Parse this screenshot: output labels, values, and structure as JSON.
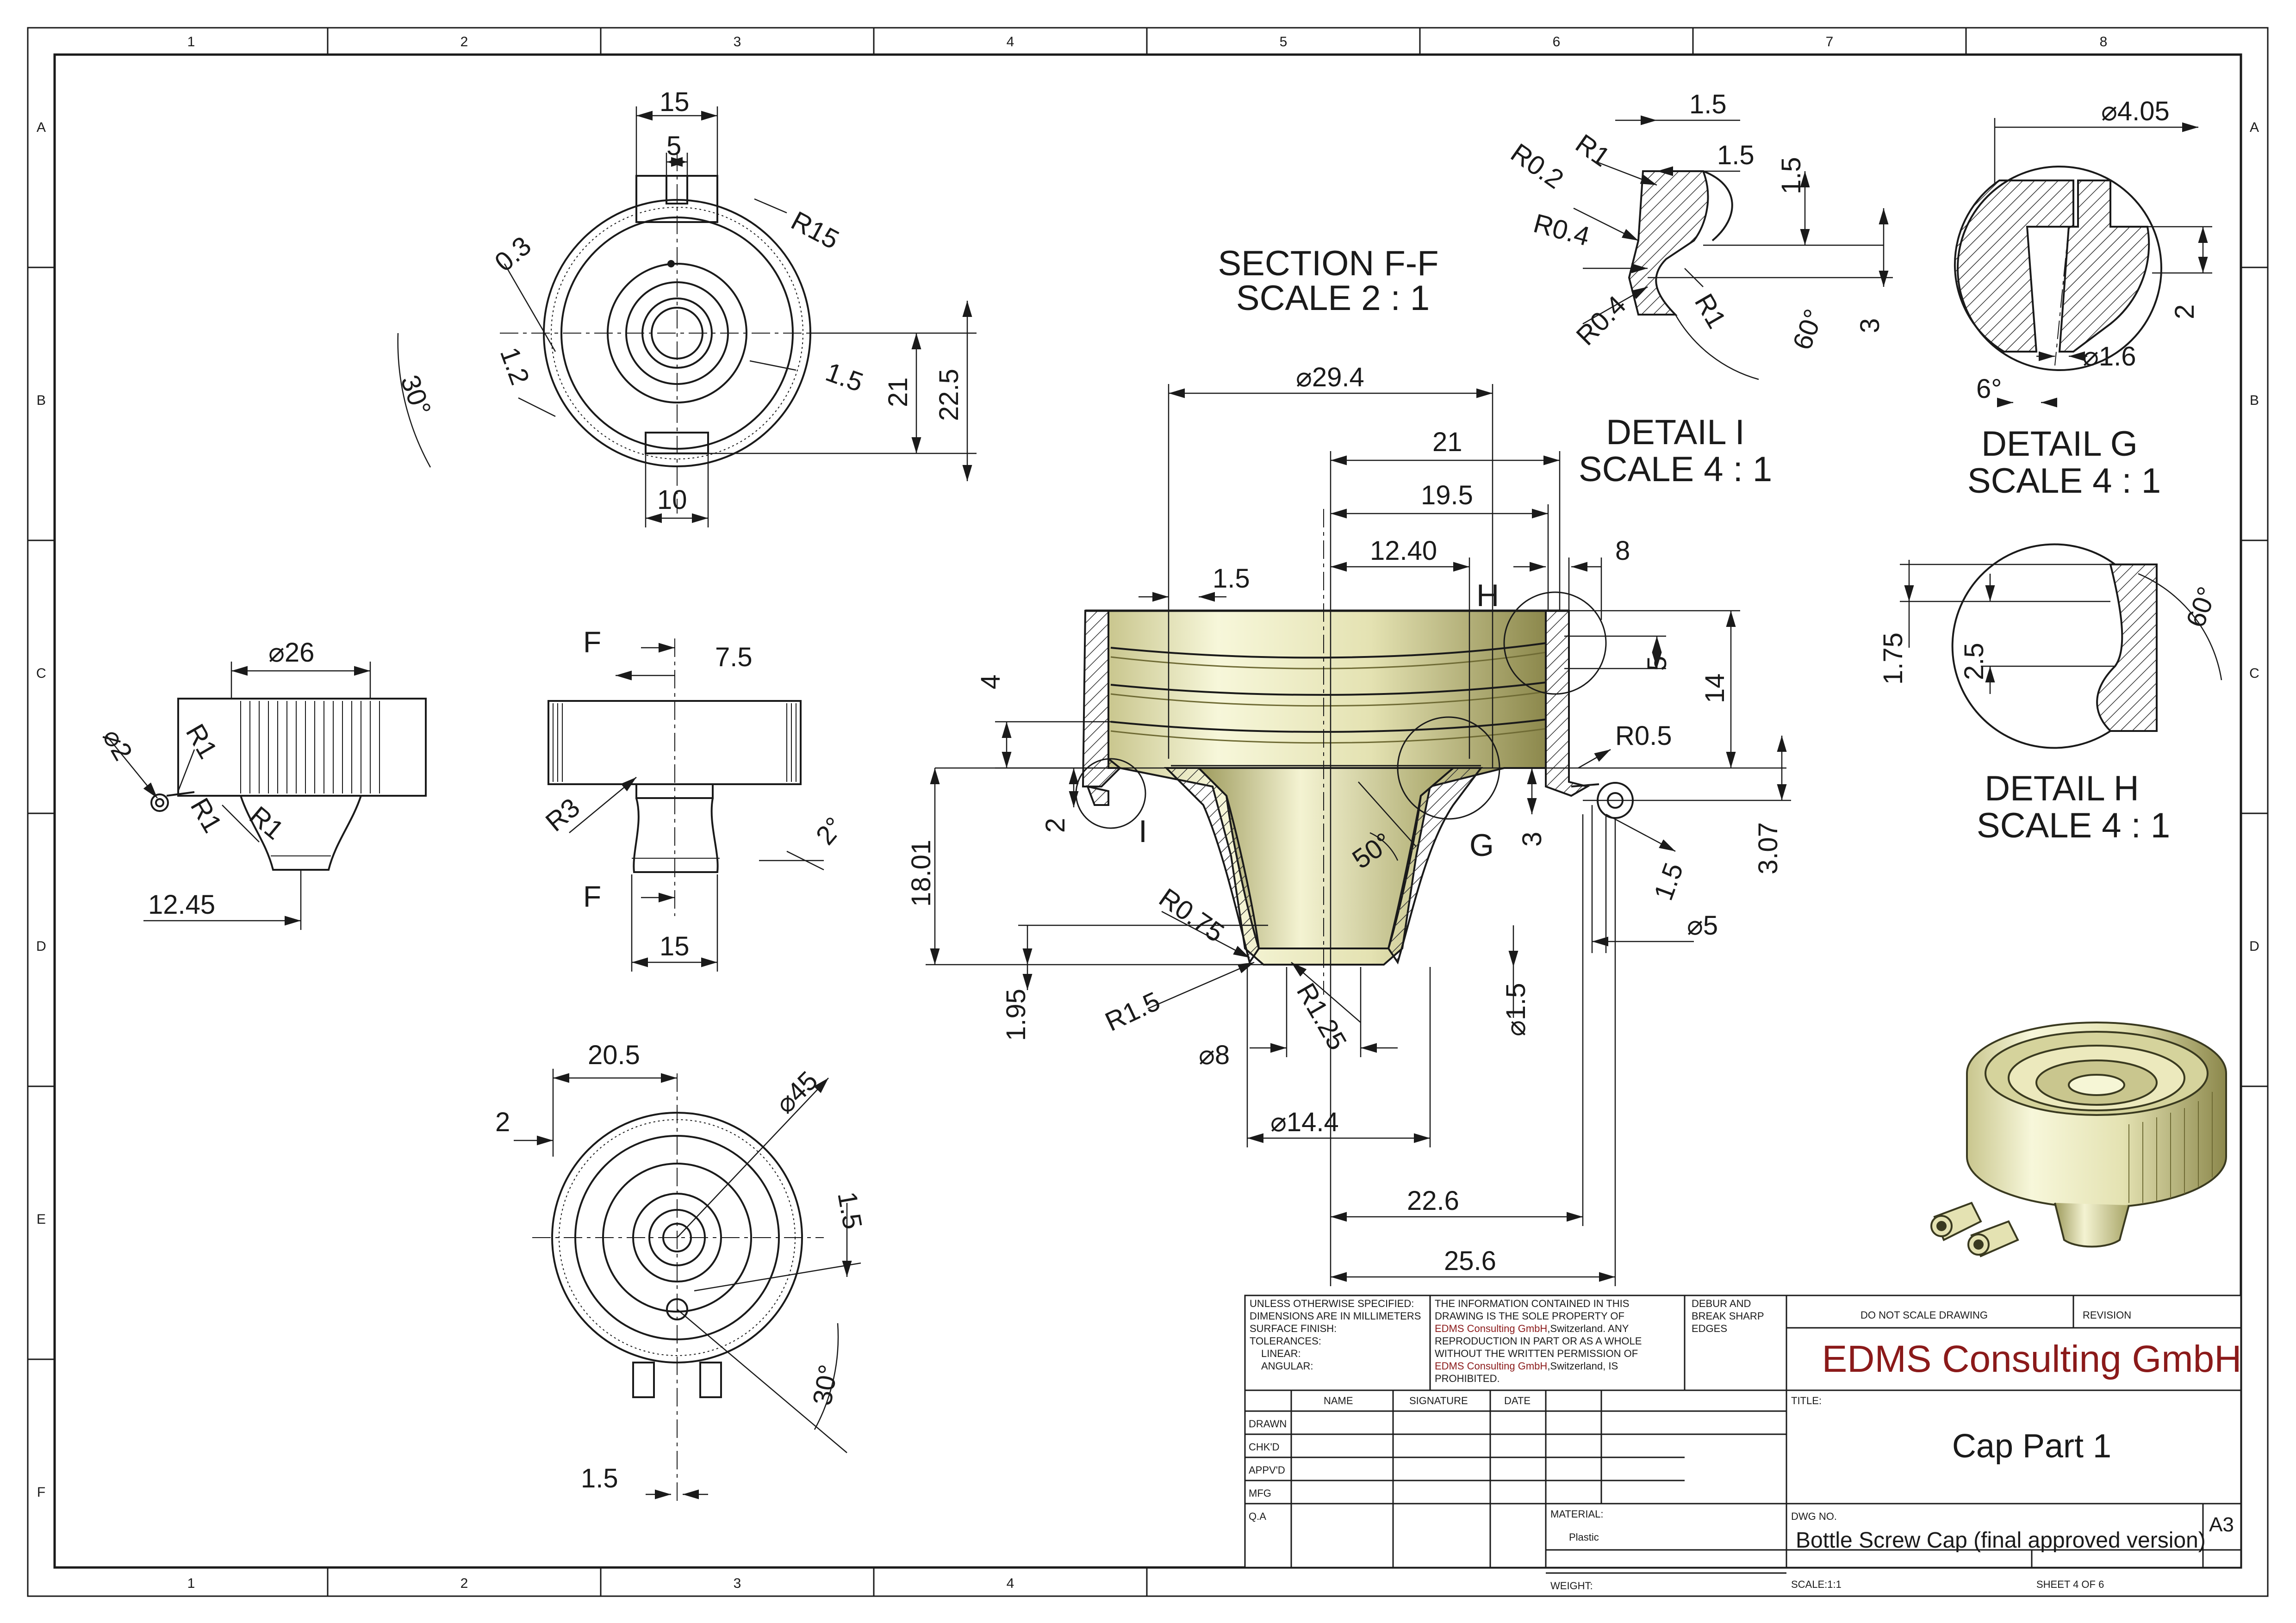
{
  "border": {
    "columns_top": [
      "1",
      "2",
      "3",
      "4",
      "5",
      "6",
      "7",
      "8"
    ],
    "columns_bottom": [
      "1",
      "2",
      "3",
      "4"
    ],
    "rows": [
      "A",
      "B",
      "C",
      "D",
      "E",
      "F"
    ]
  },
  "views": {
    "top": {
      "dims": [
        "15",
        "5",
        "R15",
        "0.3",
        "1.2",
        "30°",
        "1.5",
        "21",
        "22.5",
        "10"
      ]
    },
    "side_left": {
      "dims": [
        "⌀26",
        "⌀2",
        "R1",
        "R1",
        "R1",
        "12.45"
      ]
    },
    "side_mid": {
      "dims": [
        "F",
        "7.5",
        "R3",
        "2°",
        "F",
        "15"
      ]
    },
    "bottom": {
      "dims": [
        "20.5",
        "⌀45",
        "2",
        "1.5",
        "30°",
        "1.5"
      ]
    },
    "section": {
      "title": "SECTION F-F",
      "scale": "SCALE 2 : 1",
      "dims": [
        "⌀29.4",
        "21",
        "19.5",
        "12.40",
        "1.5",
        "8",
        "H",
        "4",
        "5",
        "14",
        "2",
        "R0.5",
        "18.01",
        "I",
        "50°",
        "G",
        "3",
        "3.07",
        "R0.75",
        "1.5",
        "⌀5",
        "1.95",
        "R1.5",
        "R1.25",
        "⌀1.5",
        "⌀8",
        "⌀14.4",
        "22.6",
        "25.6"
      ]
    },
    "detail_i": {
      "title": "DETAIL I",
      "scale": "SCALE 4 : 1",
      "dims": [
        "1.5",
        "1.5",
        "R1",
        "R0.2",
        "1.5",
        "R0.4",
        "R0.4",
        "R1",
        "60°",
        "3"
      ]
    },
    "detail_g": {
      "title": "DETAIL G",
      "scale": "SCALE 4 : 1",
      "dims": [
        "⌀4.05",
        "2",
        "⌀1.6",
        "6°"
      ]
    },
    "detail_h": {
      "title": "DETAIL H",
      "scale": "SCALE 4 : 1",
      "dims": [
        "1.75",
        "2.5",
        "60°"
      ]
    }
  },
  "title_block": {
    "general_notes": [
      "UNLESS OTHERWISE SPECIFIED:",
      "DIMENSIONS ARE IN MILLIMETERS",
      "SURFACE FINISH:",
      "TOLERANCES:",
      "LINEAR:",
      "ANGULAR:"
    ],
    "property_notice": {
      "l1": "THE INFORMATION CONTAINED IN THIS",
      "l2": "DRAWING IS THE SOLE PROPERTY OF",
      "l3a": "EDMS Consulting GmbH",
      "l3b": ",Switzerland.  ANY",
      "l4": "REPRODUCTION IN PART OR AS A WHOLE",
      "l5": "WITHOUT THE WRITTEN PERMISSION OF",
      "l6a": "EDMS Consulting GmbH",
      "l6b": ",Switzerland, IS",
      "l7": "PROHIBITED."
    },
    "debur": [
      "DEBUR AND",
      "BREAK SHARP",
      "EDGES"
    ],
    "do_not_scale": "DO NOT SCALE DRAWING",
    "revision_label": "REVISION",
    "company": "EDMS Consulting GmbH",
    "title_label": "TITLE:",
    "title": "Cap Part 1",
    "col_headers": {
      "name": "NAME",
      "signature": "SIGNATURE",
      "date": "DATE"
    },
    "rows": [
      "DRAWN",
      "CHK'D",
      "APPV'D",
      "MFG",
      "Q.A"
    ],
    "material_label": "MATERIAL:",
    "material": "Plastic",
    "weight_label": "WEIGHT:",
    "dwg_no_label": "DWG NO.",
    "dwg_no": "Bottle Screw Cap (final approved version)",
    "size": "A3",
    "scale": "SCALE:1:1",
    "sheet": "SHEET 4 OF 6"
  },
  "colors": {
    "line": "#1a1a1a",
    "company_red": "#8b1a1a",
    "render_light": "#f6f6d6",
    "render_mid": "#d9d7a4",
    "render_dark": "#8e8a4a"
  }
}
